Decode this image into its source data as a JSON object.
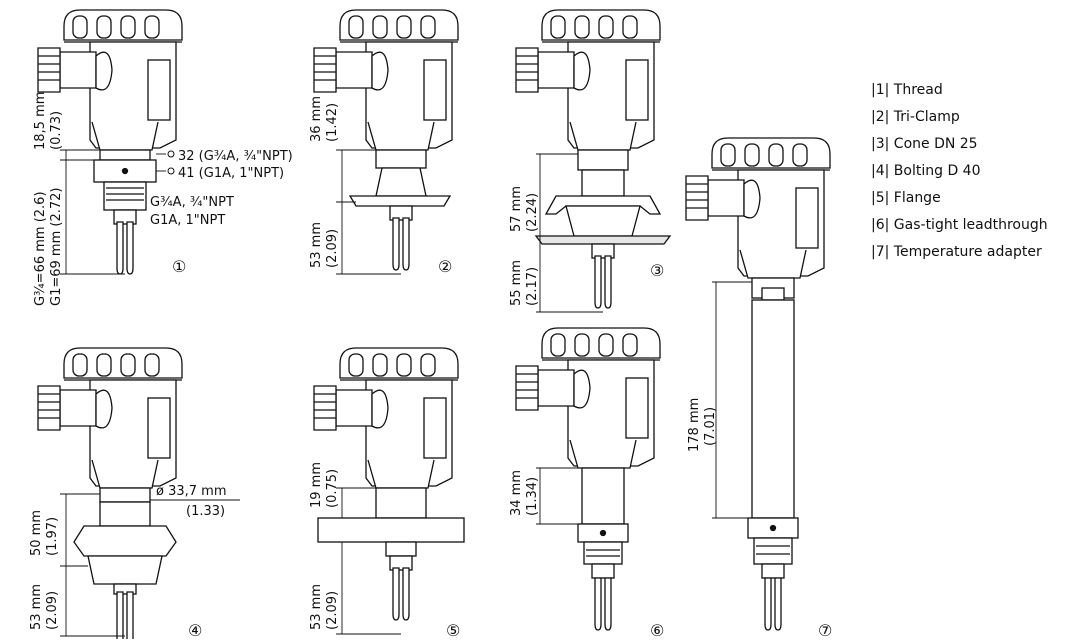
{
  "variants": [
    {
      "number": "①",
      "dims": [
        {
          "text": "18,5 mm"
        },
        {
          "text": "(0.73)"
        },
        {
          "text": "G¾=66 mm (2.6)"
        },
        {
          "text": "G1=69 mm (2.72)"
        }
      ],
      "notes": [
        {
          "text": "32 (G¾A, ¾\"NPT)"
        },
        {
          "text": "41 (G1A, 1\"NPT)"
        },
        {
          "text": "G¾A, ¾\"NPT"
        },
        {
          "text": "G1A, 1\"NPT"
        }
      ]
    },
    {
      "number": "②",
      "dims": [
        {
          "text": "36 mm"
        },
        {
          "text": "(1.42)"
        },
        {
          "text": "53 mm"
        },
        {
          "text": "(2.09)"
        }
      ]
    },
    {
      "number": "③",
      "dims": [
        {
          "text": "57 mm"
        },
        {
          "text": "(2.24)"
        },
        {
          "text": "55 mm"
        },
        {
          "text": "(2.17)"
        }
      ]
    },
    {
      "number": "④",
      "dims": [
        {
          "text": "50 mm"
        },
        {
          "text": "(1.97)"
        },
        {
          "text": "53 mm"
        },
        {
          "text": "(2.09)"
        }
      ],
      "notes": [
        {
          "text": "ø 33,7 mm"
        },
        {
          "text": "(1.33)"
        }
      ]
    },
    {
      "number": "⑤",
      "dims": [
        {
          "text": "19 mm"
        },
        {
          "text": "(0.75)"
        },
        {
          "text": "53 mm"
        },
        {
          "text": "(2.09)"
        }
      ]
    },
    {
      "number": "⑥",
      "dims": [
        {
          "text": "34 mm"
        },
        {
          "text": "(1.34)"
        }
      ]
    },
    {
      "number": "⑦",
      "dims": [
        {
          "text": "178 mm"
        },
        {
          "text": "(7.01)"
        }
      ]
    }
  ],
  "legend": [
    {
      "label": "|1| Thread"
    },
    {
      "label": "|2| Tri-Clamp"
    },
    {
      "label": "|3| Cone DN 25"
    },
    {
      "label": "|4| Bolting D 40"
    },
    {
      "label": "|5| Flange"
    },
    {
      "label": "|6| Gas-tight leadthrough"
    },
    {
      "label": "|7| Temperature adapter"
    }
  ],
  "colors": {
    "stroke": "#111111",
    "fill": "#ffffff",
    "shade": "#e6e6e6"
  }
}
